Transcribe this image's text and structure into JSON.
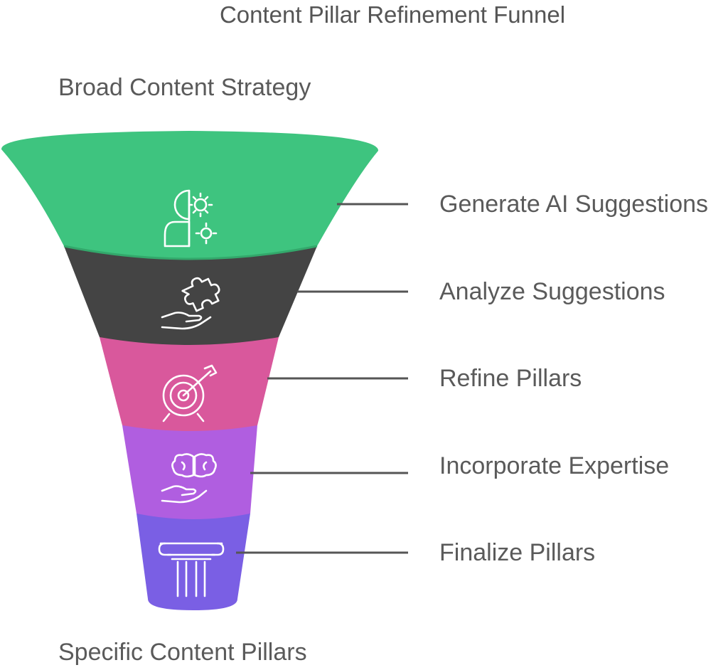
{
  "title": "Content Pillar Refinement Funnel",
  "top_label": "Broad Content Strategy",
  "bottom_label": "Specific Content Pillars",
  "stages": [
    {
      "label": "Generate AI Suggestions",
      "color": "#3ec47f",
      "icon": "person-gear-icon"
    },
    {
      "label": "Analyze Suggestions",
      "color": "#444444",
      "icon": "hand-puzzle-icon"
    },
    {
      "label": "Refine Pillars",
      "color": "#d9589c",
      "icon": "target-arrow-icon"
    },
    {
      "label": "Incorporate Expertise",
      "color": "#b05ee0",
      "icon": "hand-brain-icon"
    },
    {
      "label": "Finalize Pillars",
      "color": "#7a5fe4",
      "icon": "pillar-icon"
    }
  ]
}
